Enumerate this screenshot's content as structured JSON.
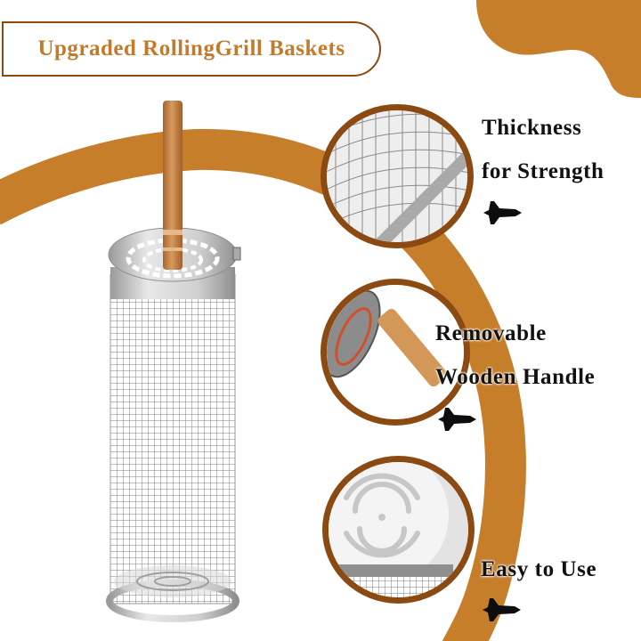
{
  "title": "Upgraded RollingGrill Baskets",
  "features": [
    {
      "lines": [
        "Thickness",
        "for Strength"
      ],
      "icon": "shuttle-icon",
      "detail": "mesh-closeup"
    },
    {
      "lines": [
        "Removable",
        "Wooden Handle"
      ],
      "icon": "shuttle-icon",
      "detail": "handle-closeup"
    },
    {
      "lines": [
        "Easy to Use"
      ],
      "icon": "shuttle-icon",
      "detail": "lid-closeup"
    }
  ],
  "colors": {
    "accent": "#C67E2B",
    "border": "#8B4A12",
    "title_text": "#C27A2C",
    "label_text": "#111111",
    "wood": "#C98A4E",
    "steel": "#BFBFBF"
  }
}
